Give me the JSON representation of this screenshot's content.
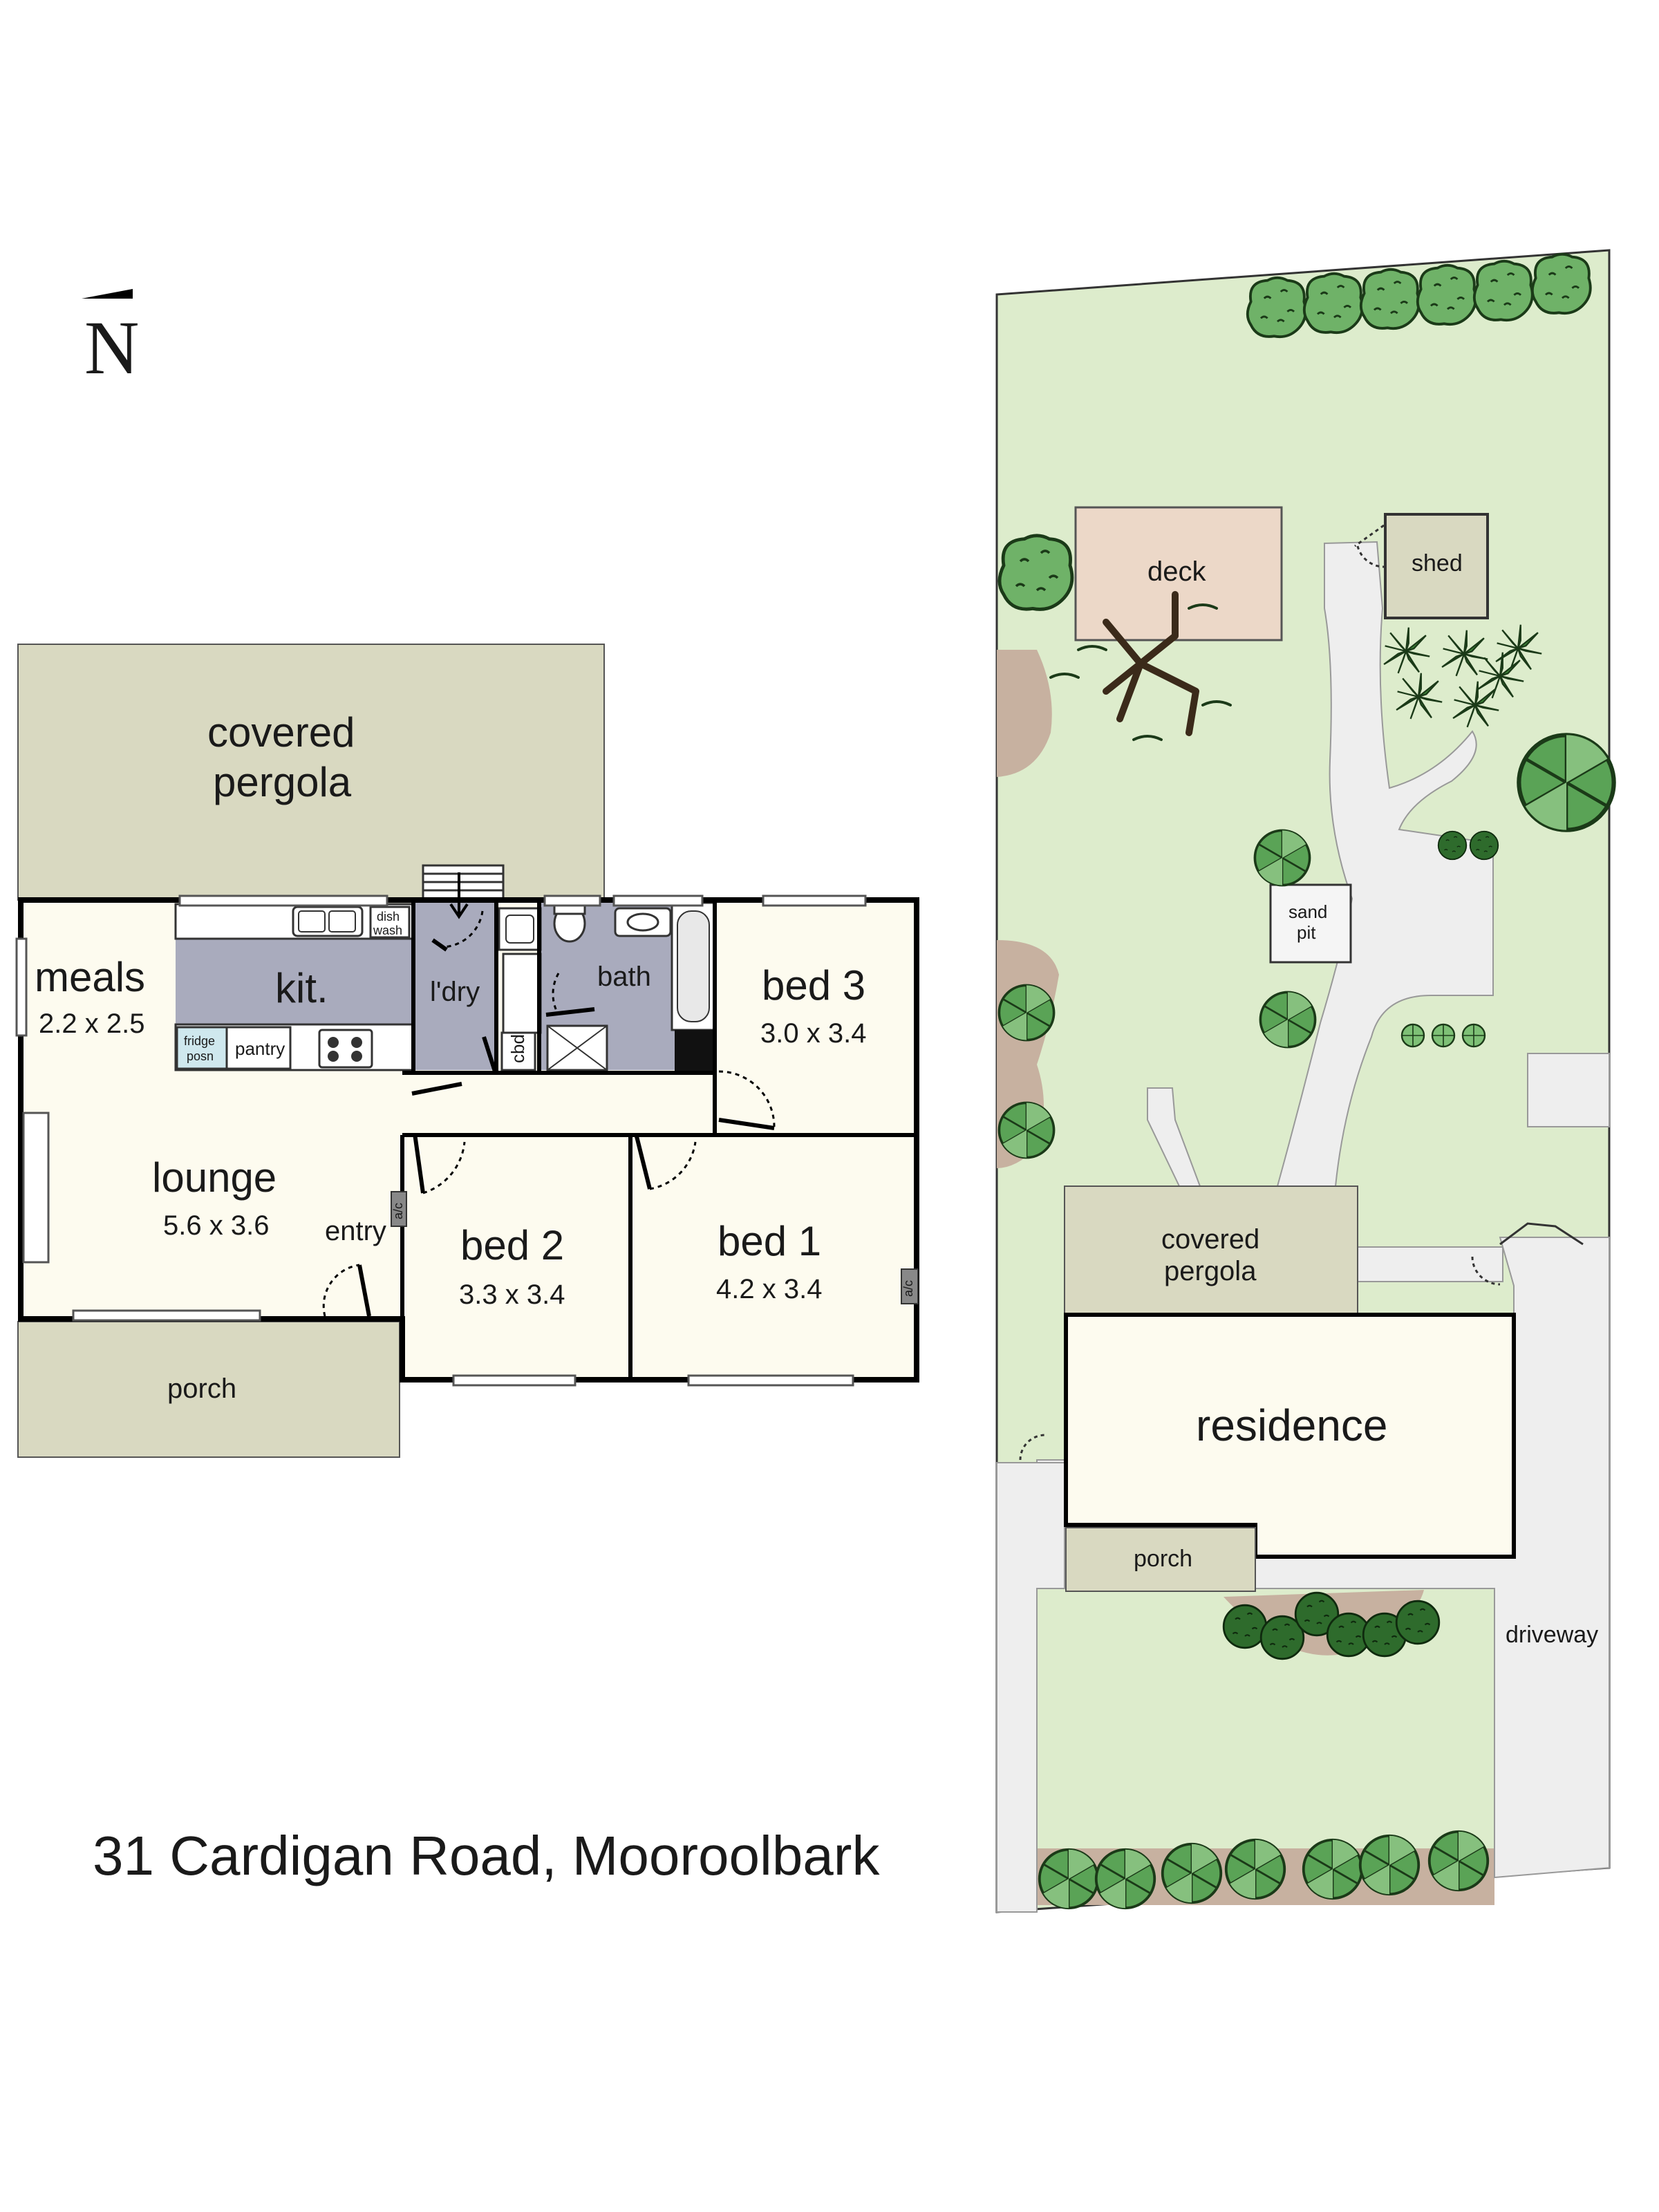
{
  "north_label": "N",
  "address": "31 Cardigan Road, Mooroolbark",
  "floor_plan": {
    "covered_pergola": [
      "covered",
      "pergola"
    ],
    "meals": {
      "label": "meals",
      "size": "2.2 x 2.5"
    },
    "kitchen": {
      "label": "kit."
    },
    "laundry": {
      "label": "l'dry"
    },
    "bath": {
      "label": "bath"
    },
    "bed3": {
      "label": "bed 3",
      "size": "3.0 x 3.4"
    },
    "lounge": {
      "label": "lounge",
      "size": "5.6 x 3.6"
    },
    "entry": {
      "label": "entry"
    },
    "bed2": {
      "label": "bed 2",
      "size": "3.3 x 3.4"
    },
    "bed1": {
      "label": "bed 1",
      "size": "4.2 x 3.4"
    },
    "porch": {
      "label": "porch"
    },
    "fixtures": {
      "dishwasher": [
        "dish",
        "wash"
      ],
      "fridge": [
        "fridge",
        "posn"
      ],
      "pantry": "pantry",
      "cupboard": "cbd",
      "aircon_lounge": "a/c",
      "aircon_bed1": "a/c"
    }
  },
  "site_plan": {
    "deck": "deck",
    "shed": "shed",
    "sand_pit": [
      "sand",
      "pit"
    ],
    "covered_pergola": [
      "covered",
      "pergola"
    ],
    "residence": "residence",
    "porch": "porch",
    "driveway": "driveway"
  },
  "colors": {
    "wall": "#000000",
    "room_fill": "#fdfbef",
    "wet_area": "#a9abbd",
    "outdoor": "#d9d9c1",
    "lawn": "#ddeccc",
    "path": "#eeeeee",
    "deck": "#ecd8c8",
    "garden_bed": "#c7b1a0",
    "tree": "#5a9a55"
  }
}
